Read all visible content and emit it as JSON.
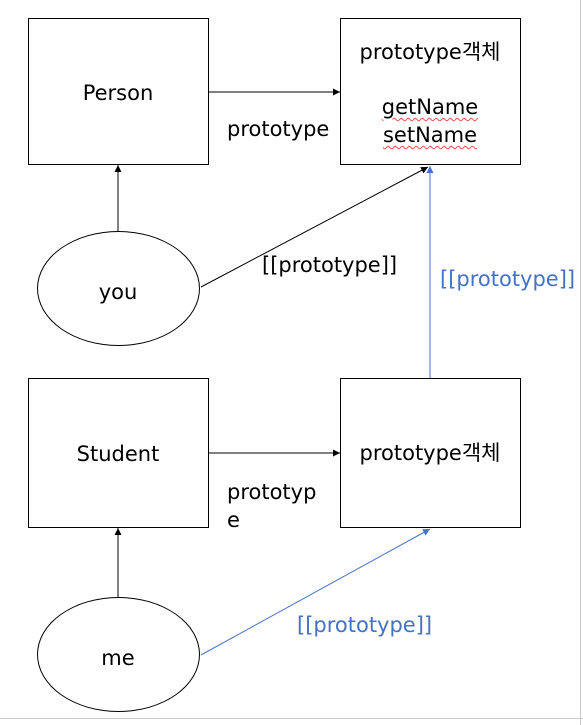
{
  "nodes": {
    "person": "Person",
    "proto_top_title": "prototype객체",
    "proto_top_method1": "getName",
    "proto_top_method2": "setName",
    "you": "you",
    "student": "Student",
    "proto_bottom_title": "prototype객체",
    "me": "me"
  },
  "edges": {
    "person_prototype": "prototype",
    "you_proto": "[[prototype]]",
    "chain_proto": "[[prototype]]",
    "student_prototype_line1": "prototyp",
    "student_prototype_line2": "e",
    "me_proto": "[[prototype]]"
  },
  "colors": {
    "black_edge": "#000000",
    "blue_edge": "#4472c4",
    "spellcheck": "#e8504a"
  }
}
